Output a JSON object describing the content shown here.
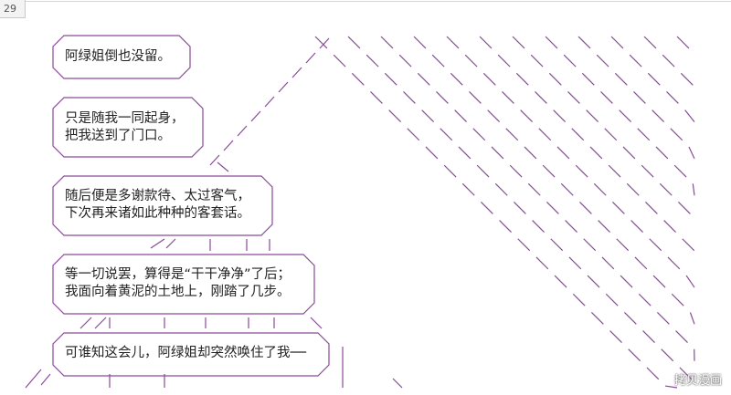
{
  "page_number": "29",
  "colors": {
    "art_lines": "#8a4a9a",
    "text": "#222222"
  },
  "bubbles": [
    {
      "lines": [
        "阿绿姐倒也没留。"
      ]
    },
    {
      "lines": [
        "只是随我一同起身，",
        "把我送到了门口。"
      ]
    },
    {
      "lines": [
        "随后便是多谢款待、太过客气，",
        "下次再来诸如此种种的客套话。"
      ]
    },
    {
      "lines": [
        "等一切说罢，算得是“干干净净”了后；",
        "我面向着黄泥的土地上，刚踏了几步。"
      ]
    },
    {
      "lines": [
        "可谁知这会儿，阿绿姐却突然唤住了我──"
      ]
    }
  ],
  "watermark": "拷贝漫画"
}
